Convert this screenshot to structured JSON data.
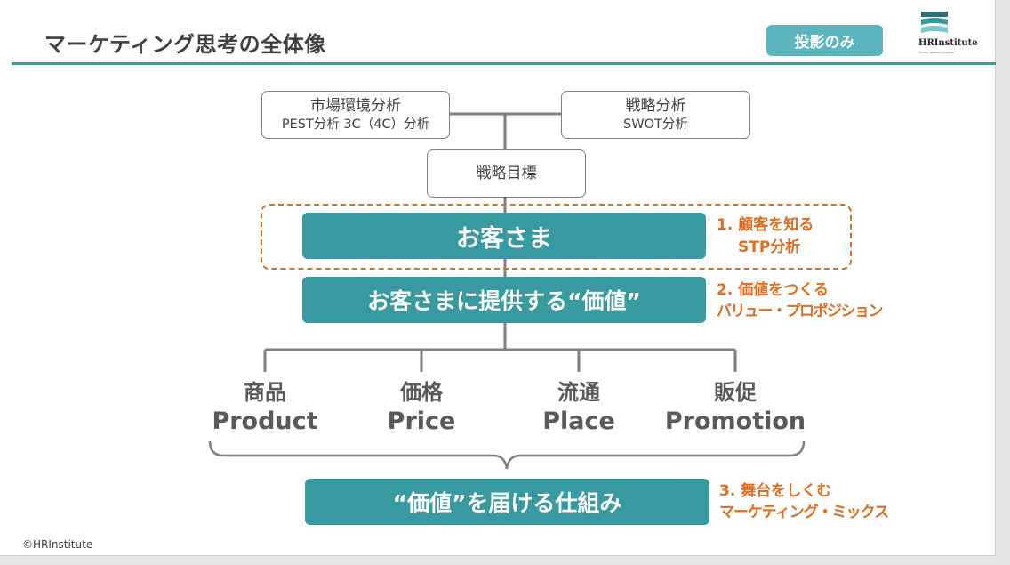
{
  "slide": {
    "title": "マーケティング思考の全体像",
    "badge": "投影のみ",
    "logo_text": "HRInstitute",
    "logo_subtext": "Human Resource Institute",
    "copyright": "©HRInstitute"
  },
  "analysis": {
    "market": {
      "line1": "市場環境分析",
      "line2": "PEST分析 3C（4C）分析"
    },
    "strategy": {
      "line1": "戦略分析",
      "line2": "SWOT分析"
    },
    "goal": "戦略目標"
  },
  "steps": {
    "customer": "お客さま",
    "value": "お客さまに提供する“価値”",
    "delivery": "“価値”を届ける仕組み"
  },
  "notes": {
    "step1_line1": "1. 顧客を知る",
    "step1_line2": "STP分析",
    "step2_line1": "2. 価値をつくる",
    "step2_line2": "バリュー・プロポジション",
    "step3_line1": "3. 舞台をしくむ",
    "step3_line2": "マーケティング・ミックス"
  },
  "mix": [
    {
      "jp": "商品",
      "en": "Product"
    },
    {
      "jp": "価格",
      "en": "Price"
    },
    {
      "jp": "流通",
      "en": "Place"
    },
    {
      "jp": "販促",
      "en": "Promotion"
    }
  ],
  "colors": {
    "teal": "#379aa0",
    "badge": "#5ab5bf",
    "orange": "#e36c1e",
    "rule": "#3b99a0"
  }
}
